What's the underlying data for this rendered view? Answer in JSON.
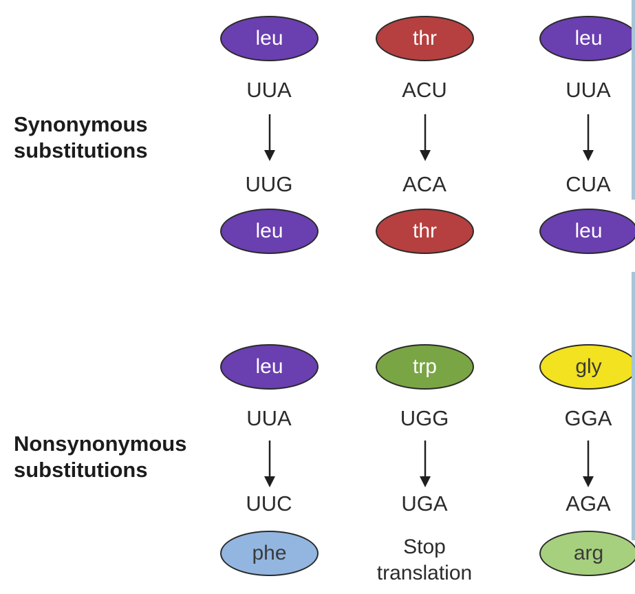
{
  "sections": [
    {
      "id": "synonymous",
      "label_lines": [
        "Synonymous",
        "substitutions"
      ],
      "columns": [
        {
          "aa_before": "leu",
          "codon_before": "UUA",
          "codon_after": "UUG",
          "aa_after": "leu"
        },
        {
          "aa_before": "thr",
          "codon_before": "ACU",
          "codon_after": "ACA",
          "aa_after": "thr"
        },
        {
          "aa_before": "leu",
          "codon_before": "UUA",
          "codon_after": "CUA",
          "aa_after": "leu"
        }
      ]
    },
    {
      "id": "nonsynonymous",
      "label_lines": [
        "Nonsynonymous",
        "substitutions"
      ],
      "columns": [
        {
          "aa_before": "leu",
          "codon_before": "UUA",
          "codon_after": "UUC",
          "aa_after": "phe"
        },
        {
          "aa_before": "trp",
          "codon_before": "UGG",
          "codon_after": "UGA",
          "result_lines": [
            "Stop",
            "translation"
          ]
        },
        {
          "aa_before": "gly",
          "codon_before": "GGA",
          "codon_after": "AGA",
          "aa_after": "arg"
        }
      ]
    }
  ],
  "colors": {
    "leu": "#6a3fb0",
    "thr": "#b5403f",
    "trp": "#7aa544",
    "gly": "#f2e21f",
    "phe": "#92b6e0",
    "arg": "#a7d07e",
    "outline": "#2a2a2a",
    "text_dark": "#2b2b2b",
    "arrow": "#1f1f1f"
  }
}
